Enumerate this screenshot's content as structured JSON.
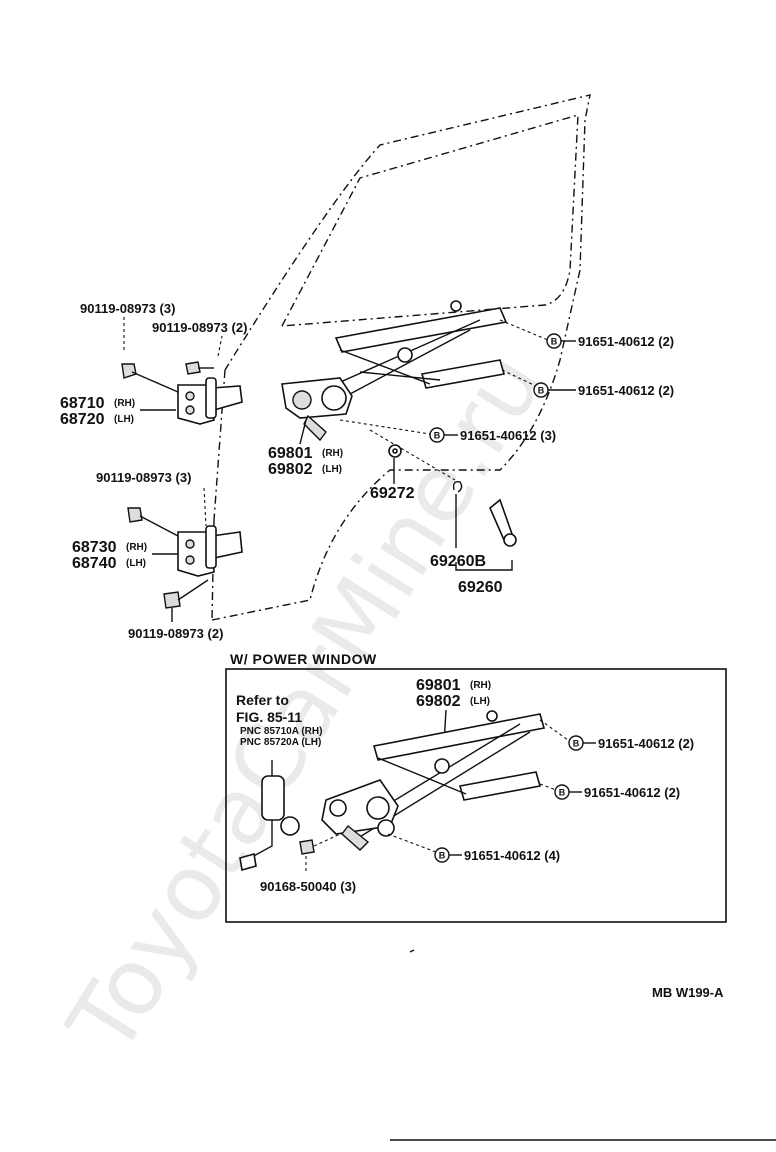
{
  "watermark": "ToyotaCarMine.ru",
  "hinges": {
    "upper_bolt_a": "90119-08973 (3)",
    "upper_bolt_b": "90119-08973 (2)",
    "upper_hinge_rh": "68710",
    "upper_hinge_lh": "68720",
    "lower_bolt_a": "90119-08973 (3)",
    "lower_hinge_rh": "68730",
    "lower_hinge_lh": "68740",
    "lower_bolt_b": "90119-08973 (2)",
    "rh": "(RH)",
    "lh": "(LH)"
  },
  "manual_regulator": {
    "bolt_top": "91651-40612 (2)",
    "bolt_mid": "91651-40612 (2)",
    "bolt_low": "91651-40612 (3)",
    "reg_rh": "69801",
    "reg_lh": "69802",
    "rh": "(RH)",
    "lh": "(LH)",
    "washer": "69272",
    "clip": "69260B",
    "handle": "69260",
    "b_mark": "B"
  },
  "power_window": {
    "heading": "W/ POWER  WINDOW",
    "reg_rh": "69801",
    "reg_lh": "69802",
    "rh": "(RH)",
    "lh": "(LH)",
    "refer_line1": "Refer to",
    "refer_line2": "FIG. 85-11",
    "pnc_rh": "PNC 85710A (RH)",
    "pnc_lh": "PNC 85720A (LH)",
    "bolt_top": "91651-40612 (2)",
    "bolt_mid": "91651-40612 (2)",
    "bolt_low": "91651-40612 (4)",
    "screw": "90168-50040 (3)"
  },
  "figure_code": "MB  W199-A"
}
